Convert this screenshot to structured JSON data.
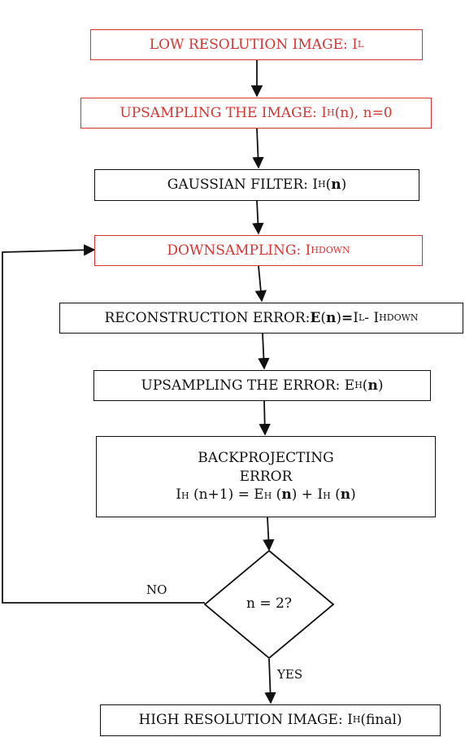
{
  "nodes": {
    "low_res": {
      "text": "LOW RESOLUTION IMAGE: I",
      "sub": "L"
    },
    "upsample": {
      "text": "UPSAMPLING THE IMAGE: I",
      "sub": "H",
      "tail": " (n), n=0"
    },
    "gaussian": {
      "text": "GAUSSIAN FILTER: I",
      "sub": "H",
      "tail1": " (",
      "n": "n",
      "tail2": ")"
    },
    "downsample": {
      "text": "DOWNSAMPLING: I",
      "sub": "HDOWN"
    },
    "recon": {
      "text": "RECONSTRUCTION ERROR: ",
      "e": "E",
      "p1": " (",
      "n": "n",
      "p2": ") ",
      "eq": "=",
      "sp": " I",
      "sub1": "L",
      "minus": " - I",
      "sub2": "HDOWN"
    },
    "upsample_err": {
      "text": "UPSAMPLING THE ERROR: E",
      "sub": "H",
      "p1": " (",
      "n": "n",
      "p2": ")"
    },
    "backproj": {
      "line1": "BACKPROJECTING",
      "line2": "ERROR",
      "i": "I",
      "sub_h": "H",
      "mid": " (n+1) = E",
      "sub_h2": "H",
      "mid2": " (",
      "n": "n",
      "mid3": ") + I",
      "sub_h3": "H",
      "mid4": " (",
      "n2": "n",
      "end": ")"
    },
    "decision": {
      "text": "n = 2?"
    },
    "high_res": {
      "text": "HIGH RESOLUTION IMAGE: I",
      "sub": "H",
      "tail": " (final)"
    }
  },
  "edges": {
    "no_label": "NO",
    "yes_label": "YES"
  },
  "colors": {
    "highlight": "#d8342f",
    "line": "#111111"
  }
}
